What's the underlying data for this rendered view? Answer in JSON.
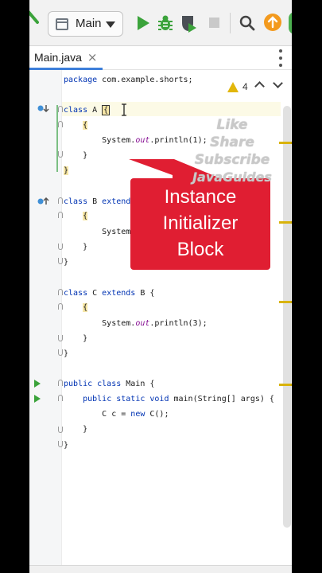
{
  "toolbar": {
    "run_config": "Main"
  },
  "editor": {
    "tab": {
      "label": "Main.java",
      "close": "×"
    },
    "inspection": {
      "warnings": "4"
    },
    "code_lines": [
      {
        "parts": [
          [
            "kw",
            "package"
          ],
          [
            "t",
            " com.example.shorts;"
          ]
        ]
      },
      {
        "parts": [
          [
            "kw",
            "class"
          ],
          [
            "t",
            " A "
          ]
        ],
        "caret": "{"
      },
      {
        "parts": [
          [
            "t",
            "    "
          ],
          [
            "hl",
            "{"
          ]
        ]
      },
      {
        "parts": [
          [
            "t",
            "        System."
          ],
          [
            "fld",
            "out"
          ],
          [
            "t",
            ".println(1);"
          ]
        ]
      },
      {
        "parts": [
          [
            "t",
            "    }"
          ]
        ]
      },
      {
        "parts": [
          [
            "hl",
            "}"
          ]
        ]
      },
      {
        "parts": [
          [
            "kw",
            "class"
          ],
          [
            "t",
            " B "
          ],
          [
            "kw",
            "extends"
          ]
        ]
      },
      {
        "parts": [
          [
            "t",
            "    "
          ],
          [
            "hl",
            "{"
          ]
        ]
      },
      {
        "parts": [
          [
            "t",
            "        System."
          ]
        ]
      },
      {
        "parts": [
          [
            "t",
            "    }"
          ]
        ]
      },
      {
        "parts": [
          [
            "t",
            "}"
          ]
        ]
      },
      {
        "parts": [
          [
            "kw",
            "class"
          ],
          [
            "t",
            " C "
          ],
          [
            "kw",
            "extends"
          ],
          [
            "t",
            " B {"
          ]
        ]
      },
      {
        "parts": [
          [
            "t",
            "    "
          ],
          [
            "hl",
            "{"
          ]
        ]
      },
      {
        "parts": [
          [
            "t",
            "        System."
          ],
          [
            "fld",
            "out"
          ],
          [
            "t",
            ".println(3);"
          ]
        ]
      },
      {
        "parts": [
          [
            "t",
            "    }"
          ]
        ]
      },
      {
        "parts": [
          [
            "t",
            "}"
          ]
        ]
      },
      {
        "parts": [
          [
            "kw",
            "public class"
          ],
          [
            "t",
            " Main {"
          ]
        ]
      },
      {
        "parts": [
          [
            "t",
            "    "
          ],
          [
            "kw",
            "public static void"
          ],
          [
            "t",
            " main(String[] args) {"
          ]
        ]
      },
      {
        "parts": [
          [
            "t",
            "        C c = "
          ],
          [
            "kw",
            "new"
          ],
          [
            "t",
            " C();"
          ]
        ]
      },
      {
        "parts": [
          [
            "t",
            "    }"
          ]
        ]
      },
      {
        "parts": [
          [
            "t",
            "}"
          ]
        ]
      }
    ]
  },
  "callout": {
    "lines": [
      "Instance",
      "Initializer",
      "Block"
    ]
  },
  "promo": {
    "lines": [
      "Like",
      "Share",
      "Subscribe",
      "JavaGuides"
    ]
  },
  "icons": {
    "run": "run-icon",
    "debug": "debug-icon",
    "coverage": "coverage-icon",
    "stop": "stop-icon",
    "search": "search-icon",
    "update": "update-icon",
    "more": "more-vertical-icon",
    "warning": "warning-icon"
  },
  "colors": {
    "callout": "#e01e32",
    "run": "#3ba33b",
    "keyword": "#0033b3",
    "field": "#871094",
    "warning": "#e2b60a",
    "tab_underline": "#3d7fda"
  }
}
